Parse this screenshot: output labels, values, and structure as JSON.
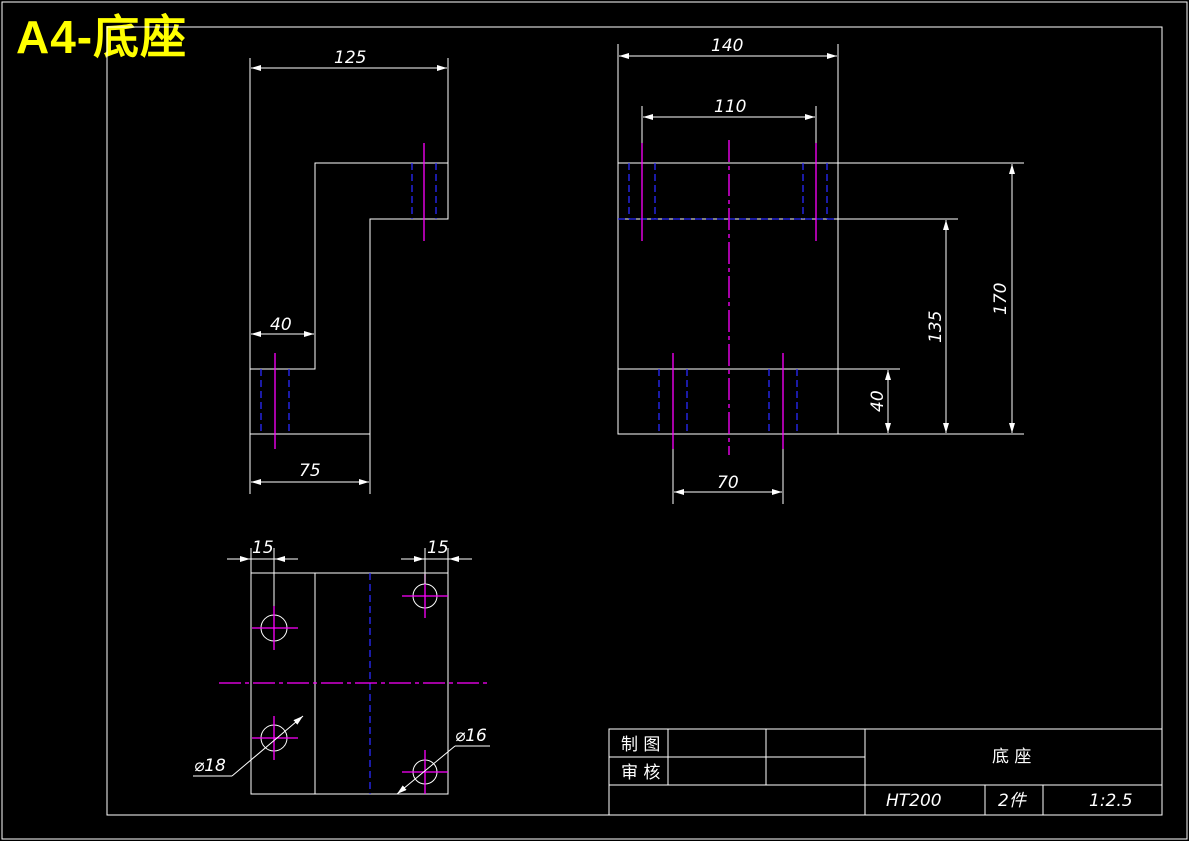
{
  "title": "A4-底座",
  "dimensions": {
    "front_top_width": "125",
    "front_step": "40",
    "front_bottom_width": "75",
    "side_top_width": "140",
    "side_hole_spacing_top": "110",
    "side_total_height": "170",
    "side_upper_height": "135",
    "side_lower_height": "40",
    "side_hole_spacing_bottom": "70",
    "top_left_offset": "15",
    "top_right_offset": "15",
    "hole_large": "⌀18",
    "hole_small": "⌀16"
  },
  "title_block": {
    "drawn_label": "制 图",
    "checked_label": "审 核",
    "part_name": "底  座",
    "material": "HT200",
    "quantity": "2件",
    "scale": "1:2.5"
  },
  "colors": {
    "background": "#000000",
    "outline": "#ffffff",
    "centerline": "#ff00ff",
    "hidden_line": "#2a2aff",
    "title": "#ffff00"
  }
}
